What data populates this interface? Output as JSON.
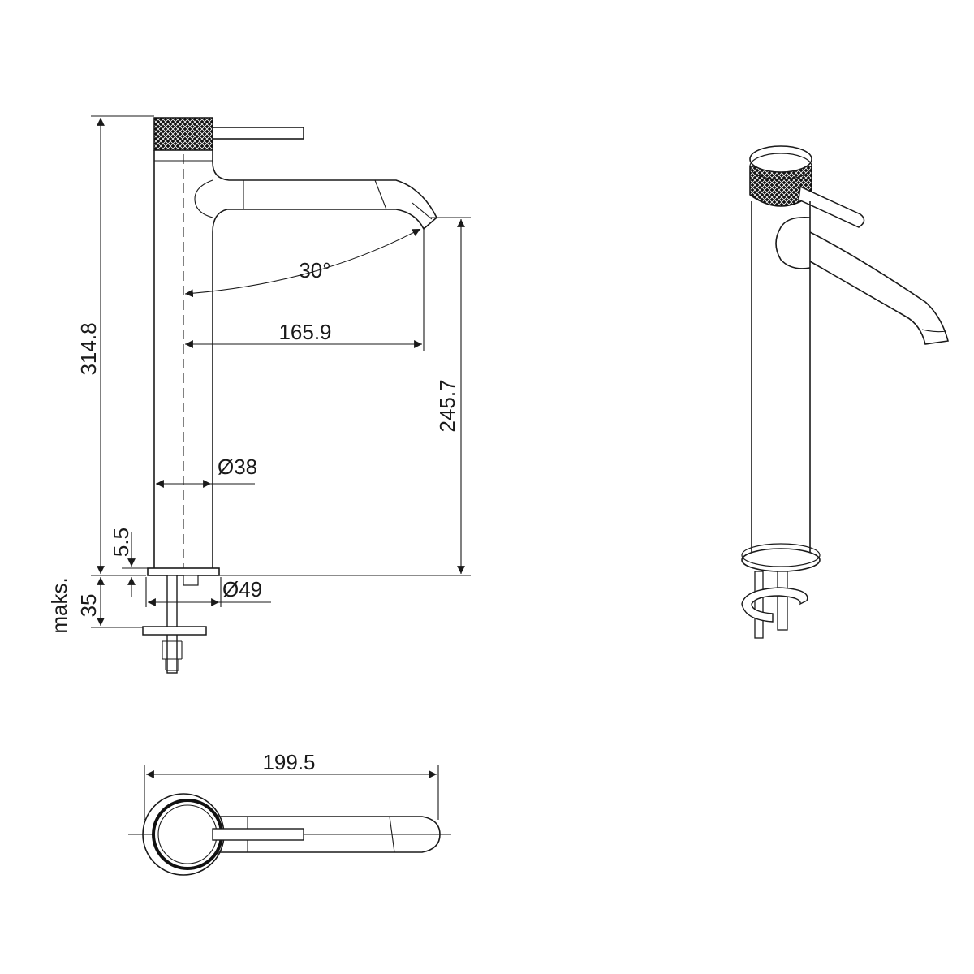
{
  "dimensions": {
    "total_height": "314.8",
    "spout_height": "245.7",
    "spout_reach": "165.9",
    "spout_angle": "30°",
    "body_diameter": "Ø38",
    "base_diameter": "Ø49",
    "base_thickness": "5.5",
    "max_deck_thickness": "35",
    "max_prefix": "maks.",
    "top_length": "199.5"
  }
}
